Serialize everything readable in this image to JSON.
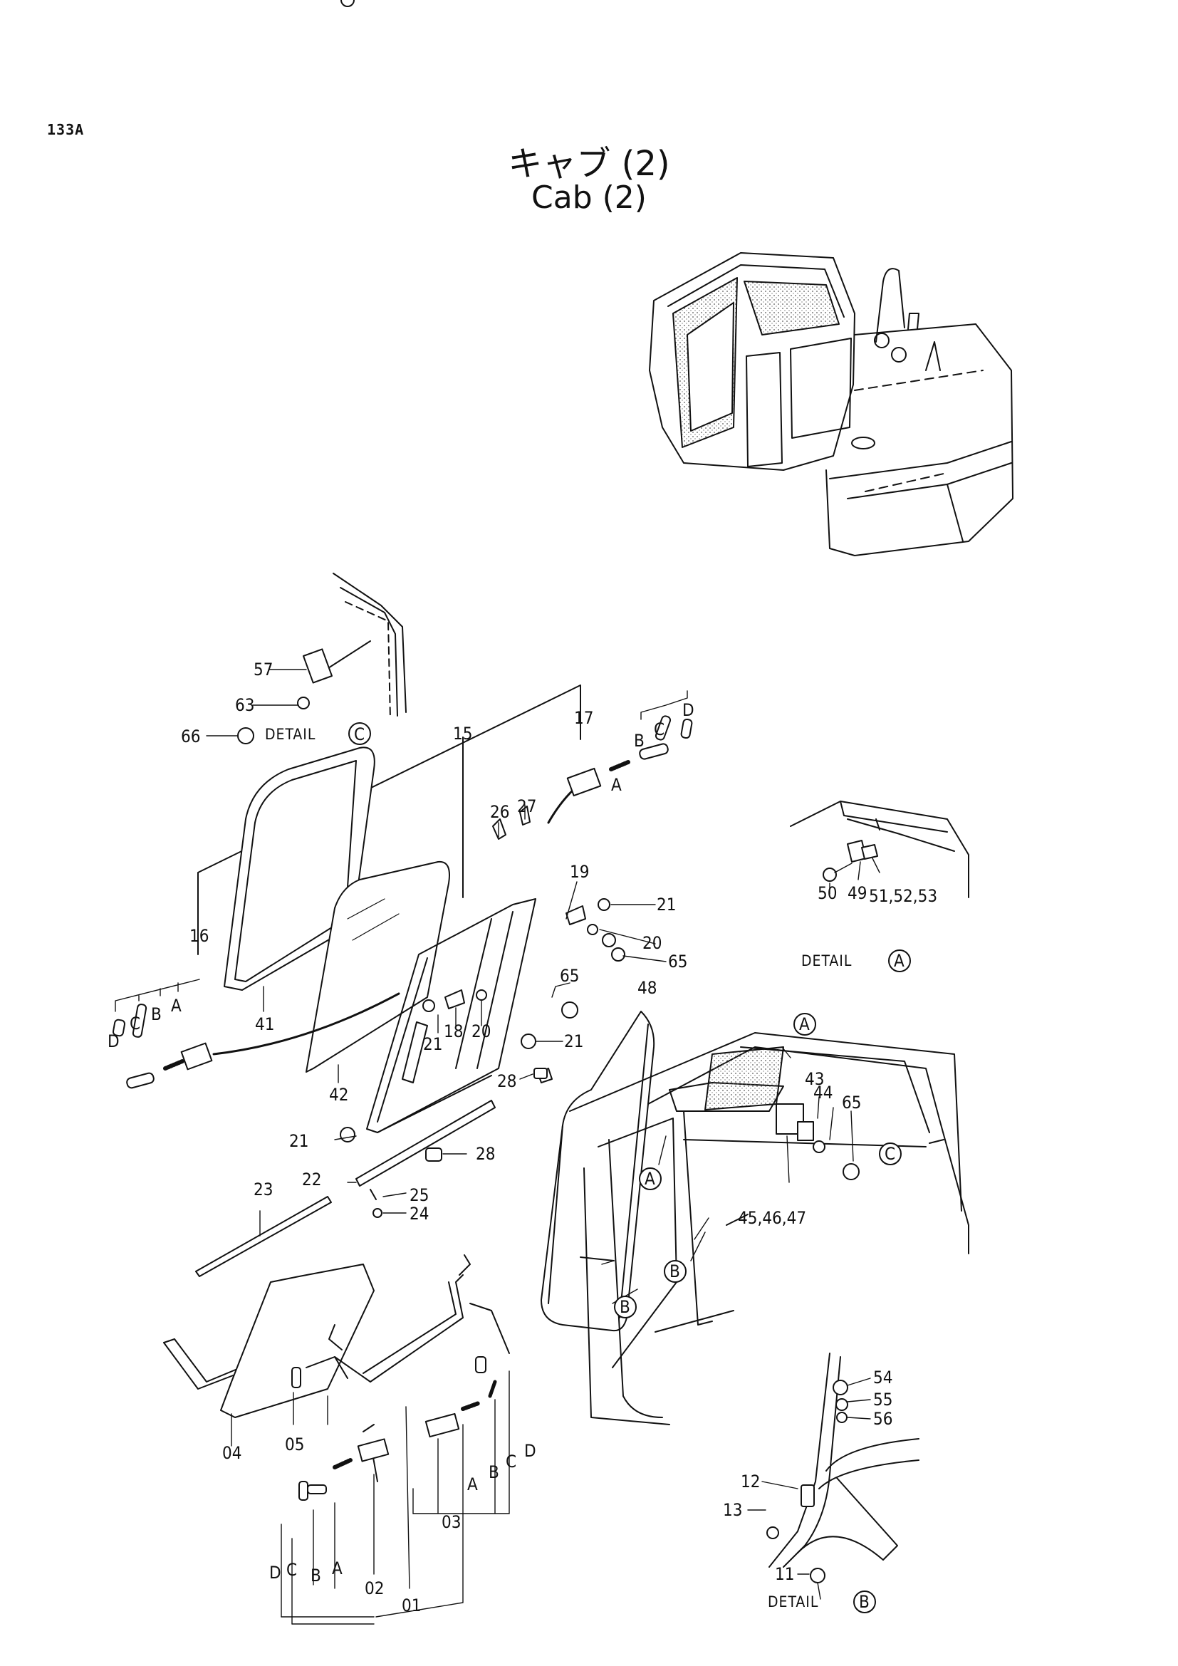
{
  "header": {
    "page_code": "133A",
    "title_jp": "キャブ (2)",
    "title_en": "Cab (2)"
  },
  "details": {
    "word": "DETAIL",
    "a": "A",
    "b": "B",
    "c": "C"
  },
  "callouts": {
    "n01": "01",
    "n02": "02",
    "n03": "03",
    "n04": "04",
    "n05": "05",
    "n11": "11",
    "n12": "12",
    "n13": "13",
    "n15": "15",
    "n16": "16",
    "n17": "17",
    "n18": "18",
    "n19": "19",
    "n20a": "20",
    "n20b": "20",
    "n21a": "21",
    "n21b": "21",
    "n21c": "21",
    "n21d": "21",
    "n22": "22",
    "n23": "23",
    "n24": "24",
    "n25": "25",
    "n26": "26",
    "n27": "27",
    "n28a": "28",
    "n28b": "28",
    "n41": "41",
    "n42": "42",
    "n43": "43",
    "n44": "44",
    "n45_47": "45,46,47",
    "n48": "48",
    "n49": "49",
    "n50": "50",
    "n51_53": "51,52,53",
    "n54": "54",
    "n55": "55",
    "n56": "56",
    "n57": "57",
    "n63": "63",
    "n65a": "65",
    "n65b": "65",
    "n65c": "65",
    "n66": "66"
  },
  "sub_labels": {
    "A": "A",
    "B": "B",
    "C": "C",
    "D": "D"
  }
}
